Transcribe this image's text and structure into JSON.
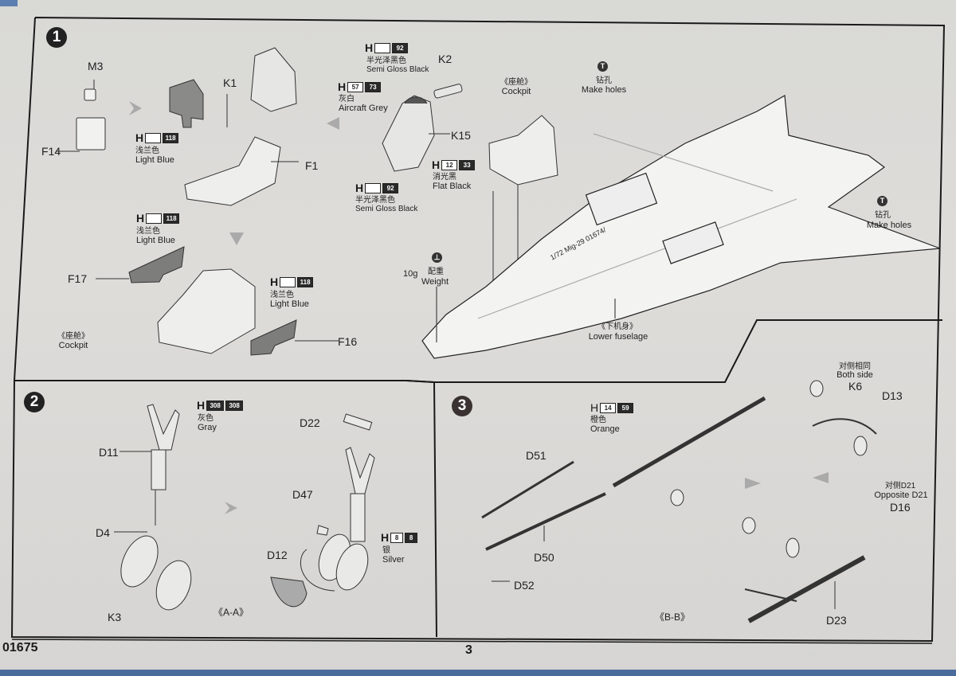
{
  "document": {
    "kit_number": "01675",
    "page_number": "3"
  },
  "steps": [
    {
      "number": "1"
    },
    {
      "number": "2"
    },
    {
      "number": "3"
    }
  ],
  "step1": {
    "parts": {
      "m3": "M3",
      "f14": "F14",
      "k1": "K1",
      "f1": "F1",
      "k2": "K2",
      "k15": "K15",
      "f17": "F17",
      "f16": "F16"
    },
    "paints": {
      "light_blue_1": {
        "h": "H",
        "codes": [
          "",
          "118"
        ],
        "cn": "浅兰色",
        "en": "Light Blue"
      },
      "semi_gloss_black_top": {
        "h": "H",
        "codes": [
          "",
          "92"
        ],
        "cn": "半光泽黑色",
        "en": "Semi Gloss Black"
      },
      "aircraft_grey": {
        "h": "H",
        "codes": [
          "57",
          "73"
        ],
        "cn": "灰白",
        "en": "Aircraft Grey"
      },
      "flat_black": {
        "h": "H",
        "codes": [
          "12",
          "33"
        ],
        "cn": "消光黑",
        "en": "Flat Black"
      },
      "semi_gloss_black_bottom": {
        "h": "H",
        "codes": [
          "",
          "92"
        ],
        "cn": "半光泽黑色",
        "en": "Semi Gloss Black"
      },
      "light_blue_2": {
        "h": "H",
        "codes": [
          "",
          "118"
        ],
        "cn": "浅兰色",
        "en": "Light Blue"
      },
      "light_blue_3": {
        "h": "H",
        "codes": [
          "",
          "118"
        ],
        "cn": "浅兰色",
        "en": "Light Blue"
      }
    },
    "cockpit_label_top": {
      "cn": "《座舱》",
      "en": "Cockpit"
    },
    "cockpit_label_bottom": {
      "cn": "《座舱》",
      "en": "Cockpit"
    },
    "make_holes_1": {
      "icon": "drill-icon",
      "cn": "钻孔",
      "en": "Make holes"
    },
    "make_holes_2": {
      "icon": "drill-icon",
      "cn": "钻孔",
      "en": "Make holes"
    },
    "weight": {
      "icon": "weight-icon",
      "amount": "10g",
      "cn": "配重",
      "en": "Weight"
    },
    "lower_fuselage": {
      "cn": "《下机身》",
      "en": "Lower fuselage"
    },
    "fuselage_marking": "1/72 Mig-29 01674/"
  },
  "step2": {
    "parts": {
      "d11": "D11",
      "d4": "D4",
      "k3": "K3",
      "d22": "D22",
      "d47": "D47",
      "d12": "D12"
    },
    "paints": {
      "gray": {
        "h": "H",
        "codes": [
          "308",
          "308"
        ],
        "cn": "灰色",
        "en": "Gray"
      },
      "silver": {
        "h": "H",
        "codes": [
          "8",
          "8"
        ],
        "cn": "银",
        "en": "Silver"
      }
    },
    "section_label": "《A-A》"
  },
  "step3": {
    "parts": {
      "d51": "D51",
      "d50": "D50",
      "d52": "D52",
      "k6": "K6",
      "d13": "D13",
      "d16": "D16",
      "d23": "D23"
    },
    "paints": {
      "orange": {
        "h": "H",
        "codes": [
          "14",
          "59"
        ],
        "cn": "橙色",
        "en": "Orange"
      }
    },
    "both_side": {
      "cn": "对侧相同",
      "en": "Both side"
    },
    "opposite": {
      "cn": "对侧D21",
      "en": "Opposite D21"
    },
    "section_label": "《B-B》"
  }
}
